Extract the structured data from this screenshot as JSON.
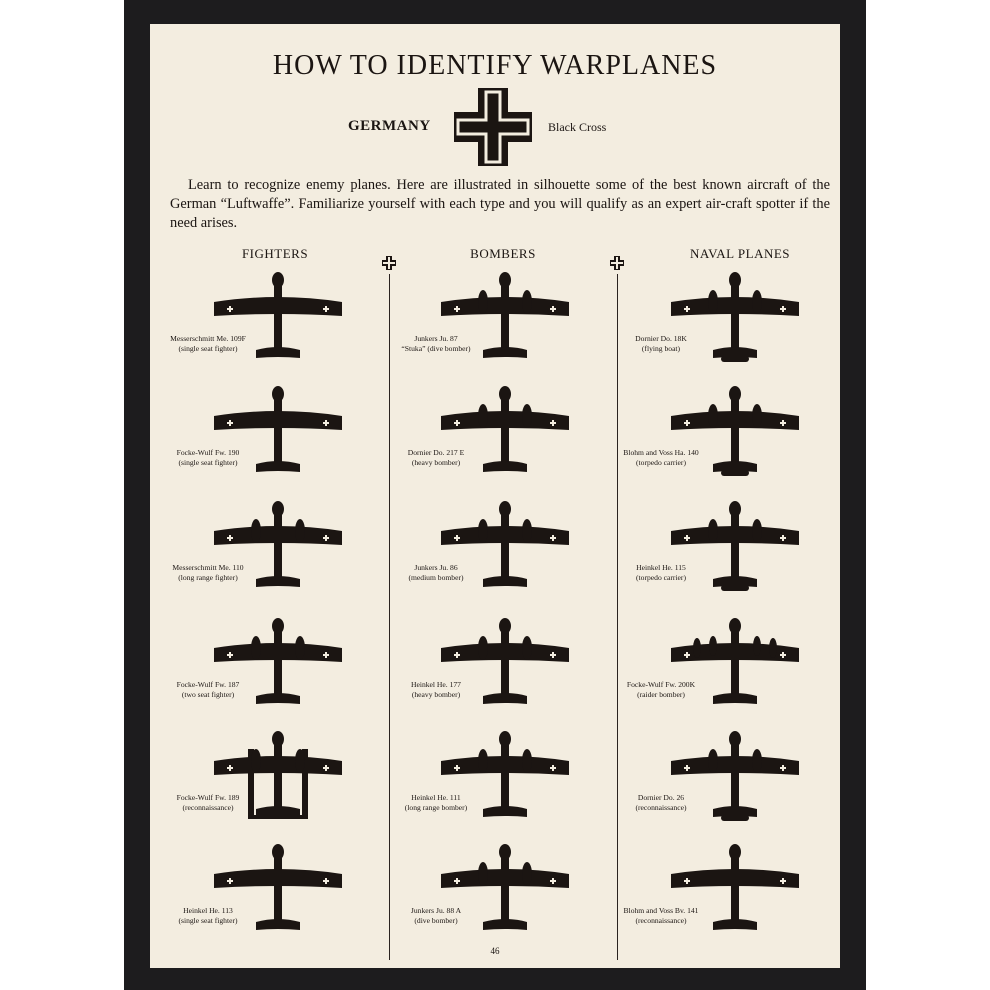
{
  "header": {
    "title": "HOW TO IDENTIFY WARPLANES",
    "country": "GERMANY",
    "insignia_label": "Black Cross"
  },
  "intro": "Learn to recognize enemy planes.  Here are illustrated in silhouette some of the best known aircraft of the German “Luftwaffe”.  Familiarize yourself with each type and you will qualify as an expert air-craft spotter if the need arises.",
  "columns": [
    {
      "heading": "FIGHTERS",
      "planes": [
        {
          "name": "Messerschmitt Me. 109F",
          "role": "(single seat fighter)",
          "icon": "single-engine-fighter-silhouette"
        },
        {
          "name": "Focke-Wulf Fw. 190",
          "role": "(single seat fighter)",
          "icon": "radial-fighter-silhouette"
        },
        {
          "name": "Messerschmitt Me. 110",
          "role": "(long range fighter)",
          "icon": "twin-engine-fighter-silhouette"
        },
        {
          "name": "Focke-Wulf Fw. 187",
          "role": "(two seat fighter)",
          "icon": "twin-engine-fighter-silhouette"
        },
        {
          "name": "Focke-Wulf Fw. 189",
          "role": "(reconnaissance)",
          "icon": "twin-boom-silhouette"
        },
        {
          "name": "Heinkel He. 113",
          "role": "(single seat fighter)",
          "icon": "single-engine-fighter-silhouette"
        }
      ]
    },
    {
      "heading": "BOMBERS",
      "planes": [
        {
          "name": "Junkers Ju. 87",
          "role": "“Stuka” (dive bomber)",
          "icon": "dive-bomber-silhouette"
        },
        {
          "name": "Dornier Do. 217 E",
          "role": "(heavy bomber)",
          "icon": "twin-engine-bomber-silhouette"
        },
        {
          "name": "Junkers Ju. 86",
          "role": "(medium bomber)",
          "icon": "twin-engine-bomber-silhouette"
        },
        {
          "name": "Heinkel He. 177",
          "role": "(heavy bomber)",
          "icon": "twin-engine-bomber-silhouette"
        },
        {
          "name": "Heinkel He. 111",
          "role": "(long range bomber)",
          "icon": "twin-engine-bomber-silhouette"
        },
        {
          "name": "Junkers Ju. 88 A",
          "role": "(dive bomber)",
          "icon": "twin-engine-bomber-silhouette"
        }
      ]
    },
    {
      "heading": "NAVAL PLANES",
      "planes": [
        {
          "name": "Dornier Do. 18K",
          "role": "(flying boat)",
          "icon": "flying-boat-silhouette"
        },
        {
          "name": "Blohm and Voss Ha. 140",
          "role": "(torpedo carrier)",
          "icon": "floatplane-silhouette"
        },
        {
          "name": "Heinkel He. 115",
          "role": "(torpedo carrier)",
          "icon": "floatplane-silhouette"
        },
        {
          "name": "Focke-Wulf Fw. 200K",
          "role": "(raider bomber)",
          "icon": "four-engine-silhouette"
        },
        {
          "name": "Dornier Do. 26",
          "role": "(reconnaissance)",
          "icon": "flying-boat-silhouette"
        },
        {
          "name": "Blohm and Voss Bv. 141",
          "role": "(reconnaissance)",
          "icon": "asymmetric-plane-silhouette"
        }
      ]
    }
  ],
  "page_number": "46",
  "colors": {
    "ink": "#1b1512",
    "paper": "#f3ede0",
    "frame": "#1d1c1e"
  }
}
